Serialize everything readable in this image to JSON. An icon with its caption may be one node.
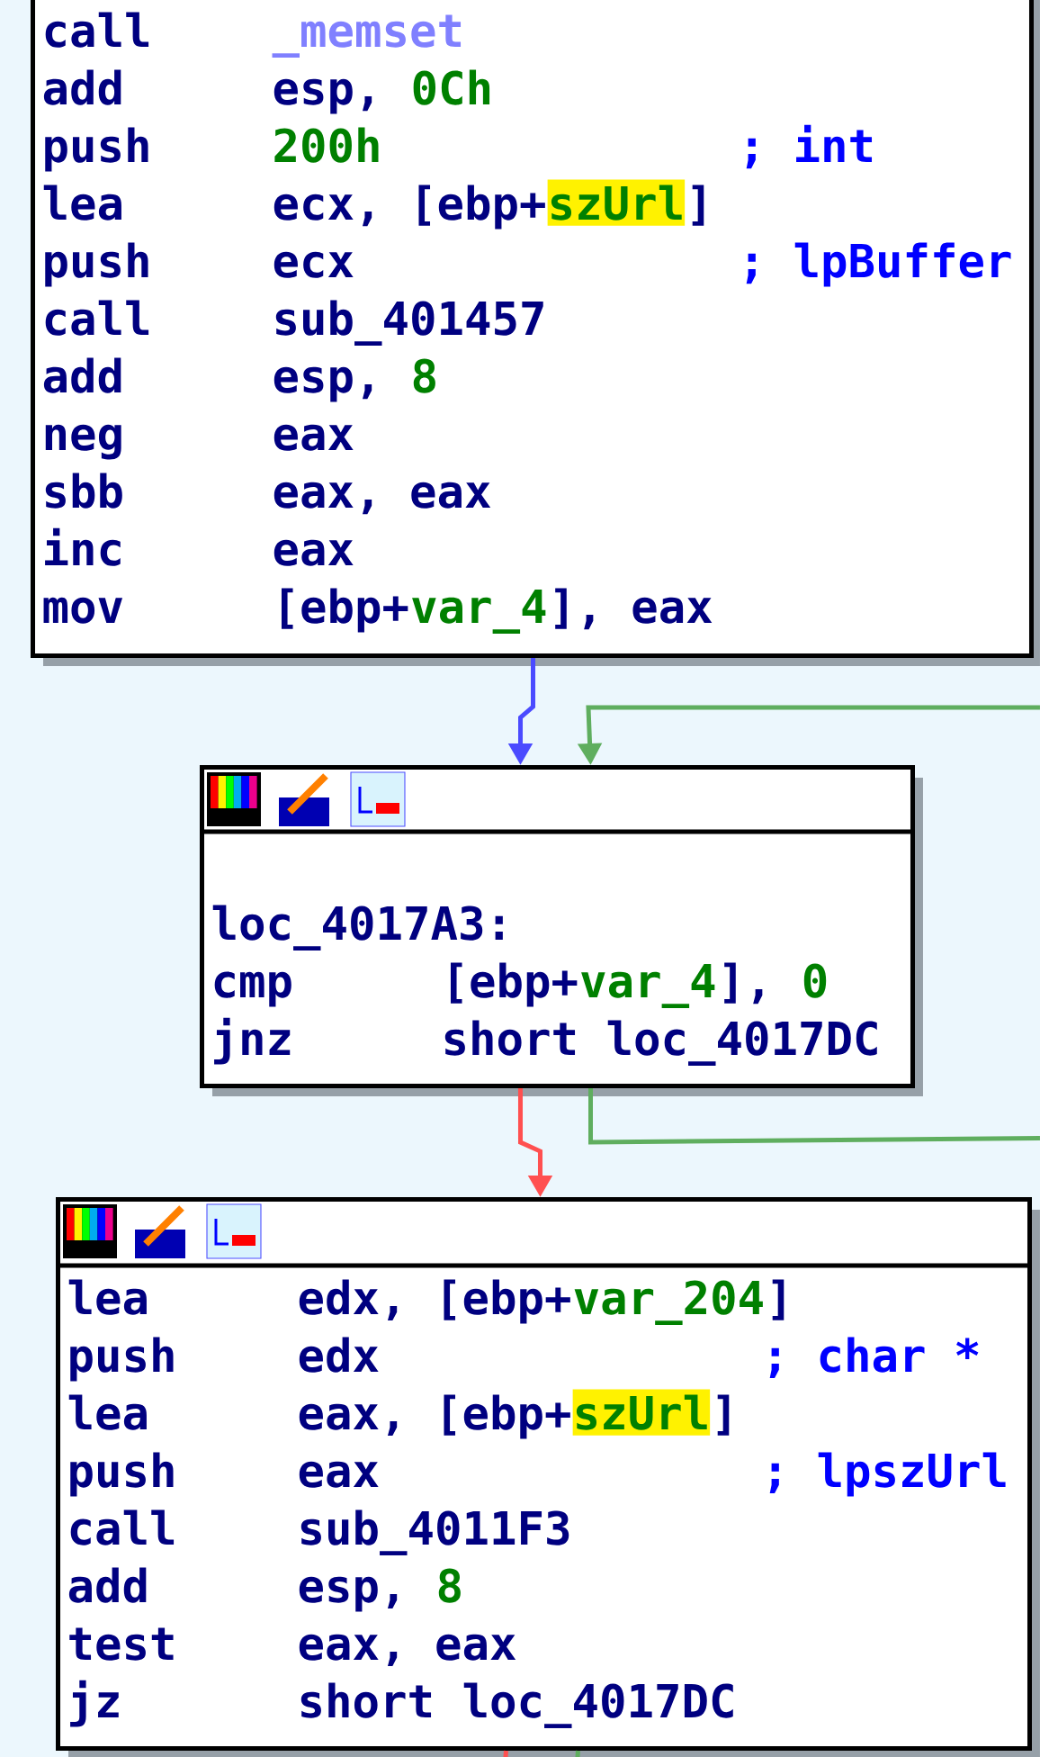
{
  "diagram": {
    "nodes": [
      {
        "text": [
          "call",
          "_memset",
          "add",
          "esp,",
          "0Ch",
          "push",
          "200h",
          "; int",
          "lea",
          "ecx, [ebp+",
          "szUrl",
          "]",
          "push",
          "ecx",
          "; lpBuffer",
          "call",
          "sub_401457",
          "add",
          "esp,",
          "8",
          "neg",
          "eax",
          "sbb",
          "eax, eax",
          "inc",
          "eax",
          "mov",
          "[ebp+",
          "var_4",
          "], eax"
        ]
      },
      {
        "text": [
          "loc_4017A3:",
          "cmp",
          "[ebp+",
          "var_4",
          "],",
          "0",
          "jnz",
          "short loc_4017DC"
        ]
      },
      {
        "text": [
          "lea",
          "edx, [ebp+",
          "var_204",
          "]",
          "push",
          "edx",
          "; char *",
          "lea",
          "eax, [ebp+",
          "szUrl",
          "]",
          "push",
          "eax",
          "; lpszUrl",
          "call",
          "sub_4011F3",
          "add",
          "esp,",
          "8",
          "test",
          "eax, eax",
          "jz",
          "short loc_4017DC"
        ]
      }
    ],
    "edges": [
      {
        "from": 0,
        "to": 1,
        "arrow": "to",
        "color": "#4b4bff"
      },
      {
        "from": null,
        "to": 1,
        "arrow": "to",
        "color": "#5fae5f"
      },
      {
        "from": 1,
        "to": 2,
        "arrow": "to",
        "color": "#ff5050"
      },
      {
        "from": 1,
        "to": null,
        "arrow": "none",
        "color": "#5fae5f"
      },
      {
        "from": 2,
        "to": null,
        "arrow": "none",
        "color": "#ff5050"
      },
      {
        "from": 2,
        "to": null,
        "arrow": "none",
        "color": "#5fae5f"
      }
    ]
  }
}
